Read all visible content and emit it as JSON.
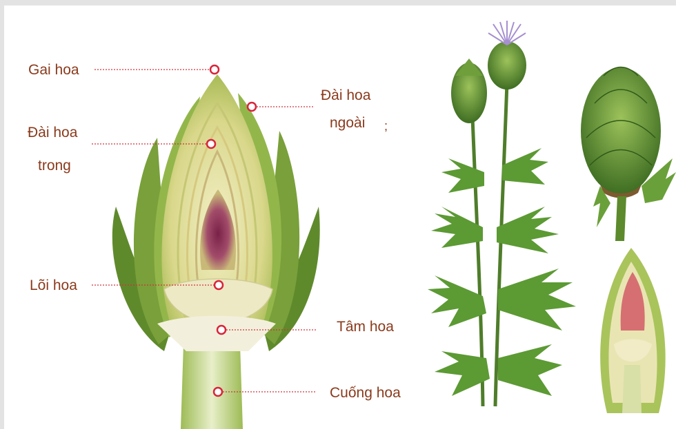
{
  "labels": {
    "gai_hoa": "Gai hoa",
    "dai_hoa_trong_1": "Đài hoa",
    "dai_hoa_trong_2": "trong",
    "loi_hoa": "Lõi  hoa",
    "dai_hoa_ngoai_1": "Đài hoa",
    "dai_hoa_ngoai_2": "ngoài",
    "dai_hoa_ngoai_mark": ";",
    "tam_hoa": "Tâm hoa",
    "cuong_hoa": "Cuống hoa"
  },
  "colors": {
    "label_text": "#8a3a1c",
    "leader_line": "#d1303a",
    "marker": "#d9243a",
    "leaf_dark": "#5a7d2a",
    "leaf_light": "#b5cc6a",
    "heart_purple": "#9a3a5e"
  }
}
